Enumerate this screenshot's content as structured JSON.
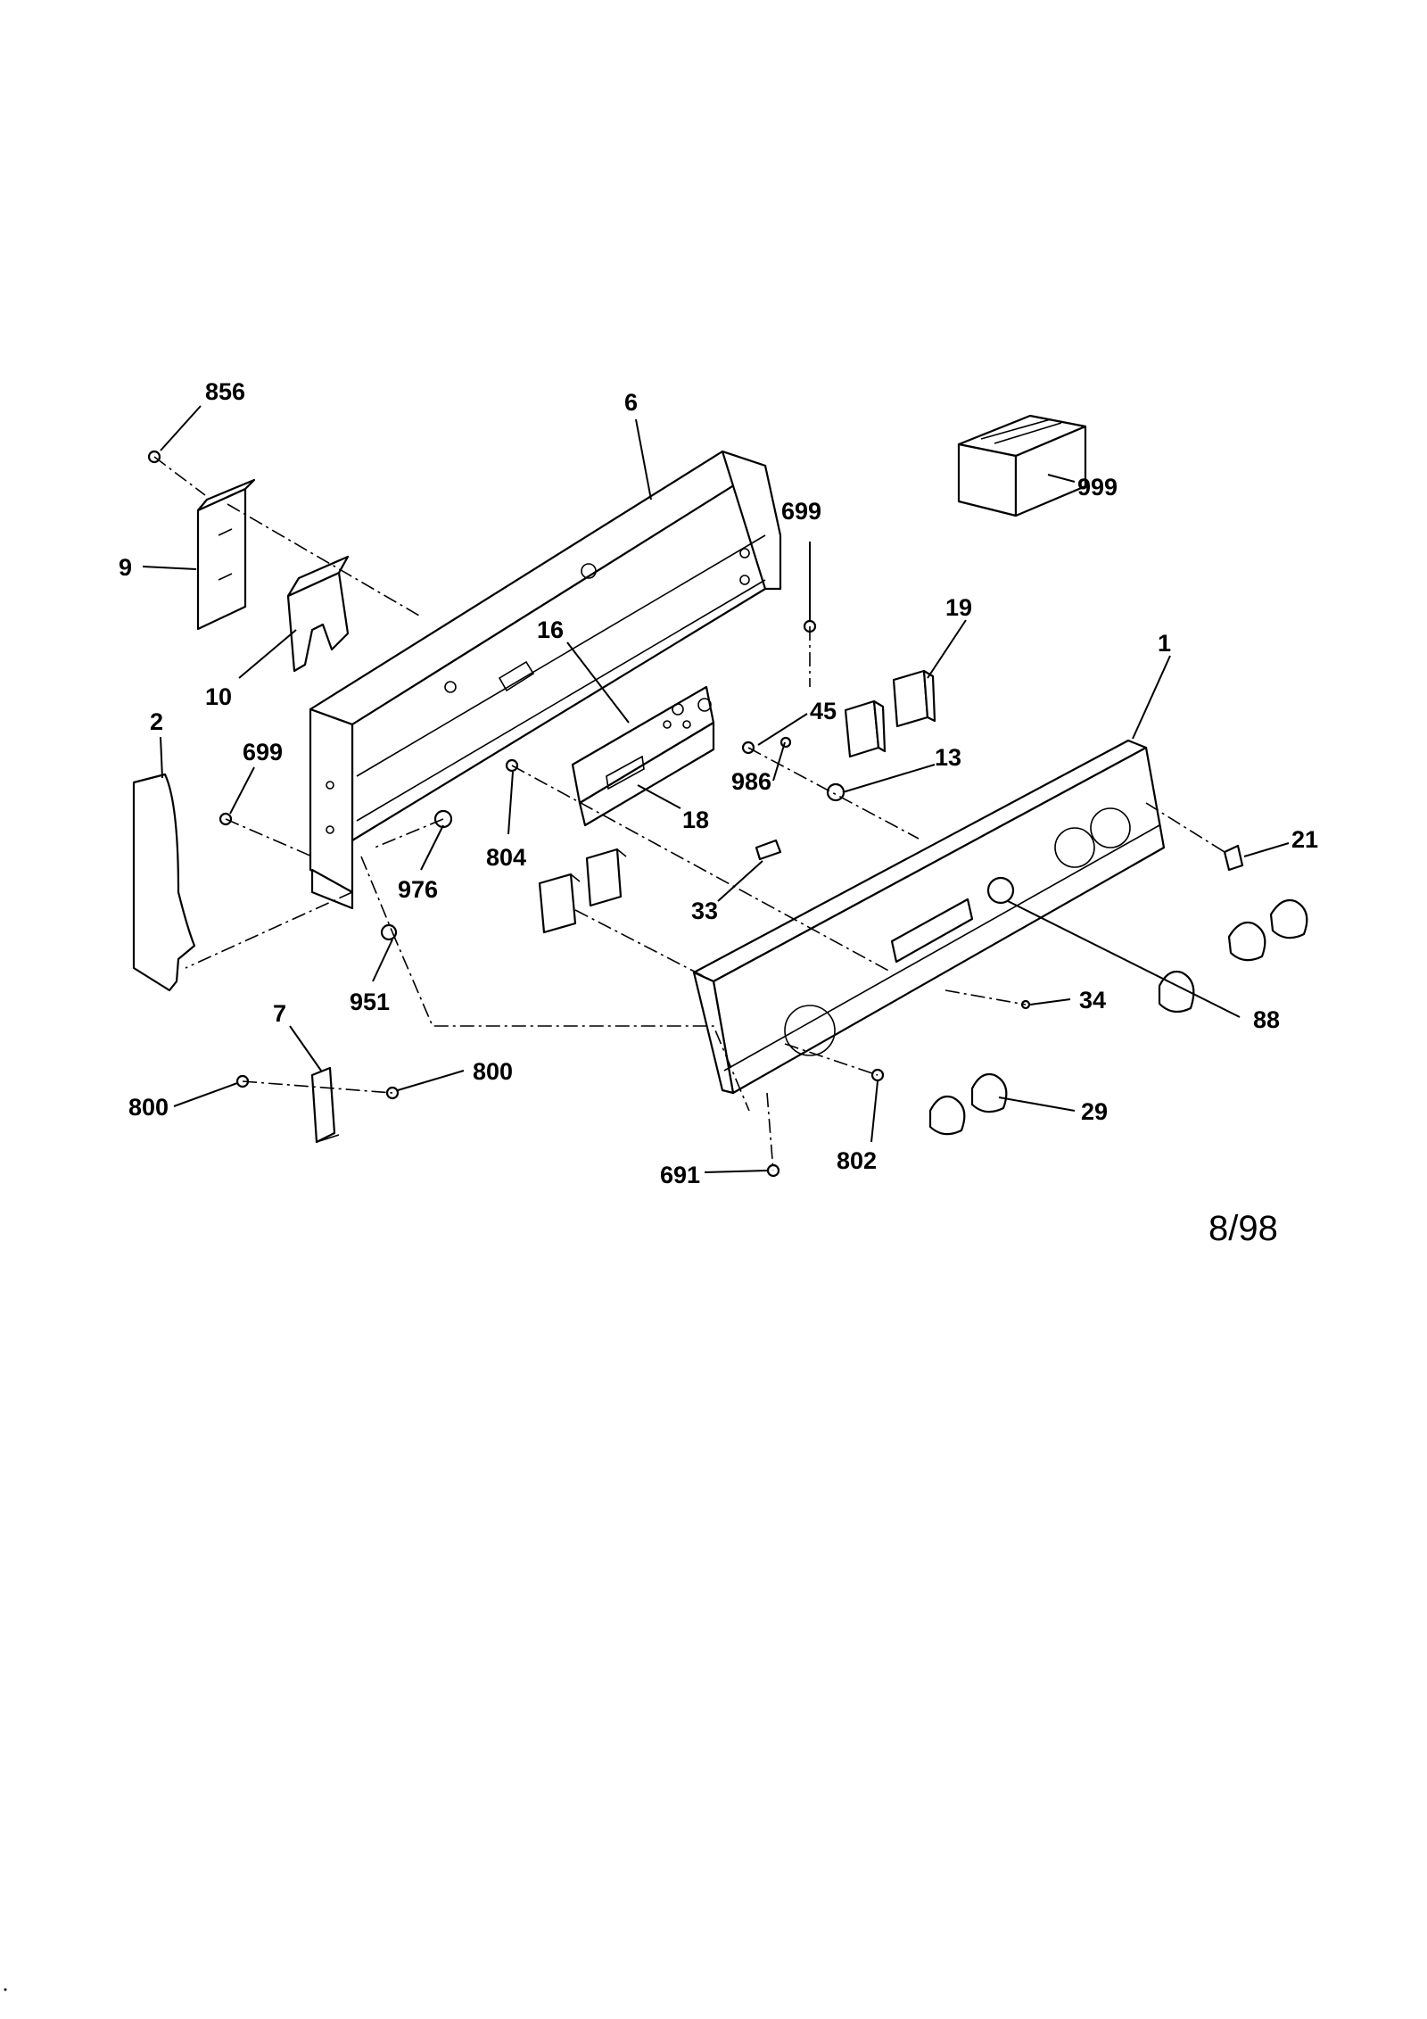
{
  "callouts": {
    "c856": "856",
    "c6": "6",
    "c999": "999",
    "c699a": "699",
    "c9": "9",
    "c19": "19",
    "c16": "16",
    "c1": "1",
    "c10": "10",
    "c45": "45",
    "c2": "2",
    "c699b": "699",
    "c13": "13",
    "c986": "986",
    "c18": "18",
    "c21": "21",
    "c804": "804",
    "c976": "976",
    "c33": "33",
    "c34": "34",
    "c951": "951",
    "c88": "88",
    "c7": "7",
    "c800a": "800",
    "c800b": "800",
    "c29": "29",
    "c802": "802",
    "c691": "691"
  },
  "date_code": "8/98"
}
